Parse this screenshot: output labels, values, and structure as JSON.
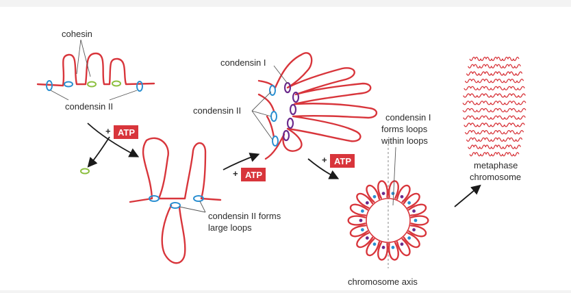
{
  "labels": {
    "cohesin": "cohesin",
    "condensin_ii_1": "condensin II",
    "condensin_i_1": "condensin I",
    "condensin_ii_2": "condensin II",
    "condensin_ii_forms_1": "condensin II forms",
    "condensin_ii_forms_2": "large loops",
    "condensin_i_forms_1": "condensin I",
    "condensin_i_forms_2": "forms loops",
    "condensin_i_forms_3": "within loops",
    "metaphase_1": "metaphase",
    "metaphase_2": "chromosome",
    "chromosome_axis": "chromosome axis"
  },
  "atp": {
    "plus": "+",
    "text": "ATP"
  },
  "colors": {
    "dna": "#d8353b",
    "condensin_ii": "#2a8fd1",
    "condensin_i": "#6b2a8c",
    "cohesin": "#8cbf3f",
    "atp_badge": "#d8353b"
  }
}
